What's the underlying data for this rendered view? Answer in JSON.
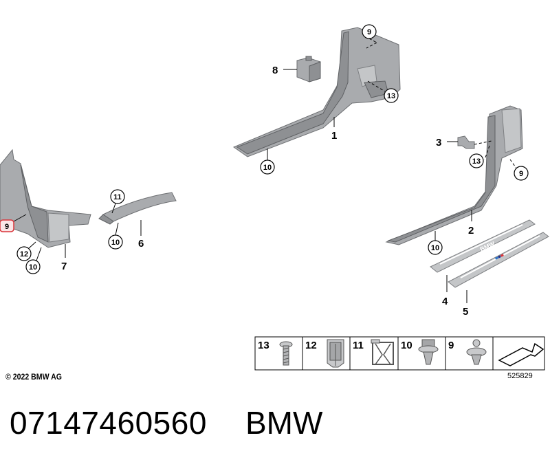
{
  "diagram": {
    "callouts": [
      {
        "id": "c1",
        "text": "1"
      },
      {
        "id": "c2",
        "text": "2"
      },
      {
        "id": "c3",
        "text": "3"
      },
      {
        "id": "c4",
        "text": "4"
      },
      {
        "id": "c5",
        "text": "5"
      },
      {
        "id": "c6",
        "text": "6"
      },
      {
        "id": "c7",
        "text": "7"
      },
      {
        "id": "c8",
        "text": "8"
      }
    ],
    "circled": [
      {
        "id": "k9a",
        "text": "9"
      },
      {
        "id": "k13a",
        "text": "13"
      },
      {
        "id": "k10a",
        "text": "10"
      },
      {
        "id": "k11",
        "text": "11"
      },
      {
        "id": "k10b",
        "text": "10"
      },
      {
        "id": "k12",
        "text": "12"
      },
      {
        "id": "k10c",
        "text": "10"
      },
      {
        "id": "k9b",
        "text": "9"
      },
      {
        "id": "k13b",
        "text": "13"
      },
      {
        "id": "k9c",
        "text": "9"
      },
      {
        "id": "k10d",
        "text": "10"
      }
    ],
    "highlighted_callout": "9",
    "sill_logo_text": "BMW"
  },
  "legend": {
    "items": [
      {
        "num": "13",
        "icon": "screw-icon"
      },
      {
        "num": "12",
        "icon": "clip-nut-icon"
      },
      {
        "num": "11",
        "icon": "spring-clip-icon"
      },
      {
        "num": "10",
        "icon": "expanding-rivet-icon"
      },
      {
        "num": "9",
        "icon": "push-rivet-icon"
      },
      {
        "num": "",
        "icon": "arrow-forward-icon"
      }
    ]
  },
  "copyright": "© 2022 BMW AG",
  "diagram_number": "525829",
  "footer": {
    "part_number": "07147460560",
    "brand": "BMW"
  },
  "colors": {
    "part_gray": "#a9abae",
    "highlight_red": "#d9343a"
  }
}
